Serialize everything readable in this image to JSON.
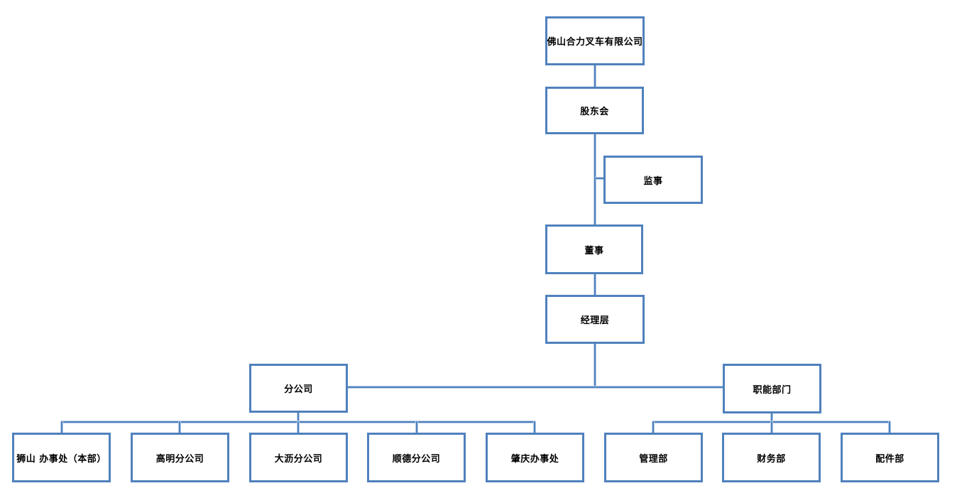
{
  "org_chart": {
    "nodes": {
      "company": {
        "label": "佛山合力叉车有限公司"
      },
      "shareholders": {
        "label": "股东会"
      },
      "supervisor": {
        "label": "监事"
      },
      "director": {
        "label": "董事"
      },
      "management": {
        "label": "经理层"
      },
      "branch_group": {
        "label": "分公司"
      },
      "functional_group": {
        "label": "职能部门"
      },
      "shishan_office": {
        "label": "狮山 办事处（本部）"
      },
      "gaoming_branch": {
        "label": "高明分公司"
      },
      "dali_branch": {
        "label": "大沥分公司"
      },
      "shunde_branch": {
        "label": "顺德分公司"
      },
      "zhaoqing_office": {
        "label": "肇庆办事处"
      },
      "management_dept": {
        "label": "管理部"
      },
      "finance_dept": {
        "label": "财务部"
      },
      "parts_dept": {
        "label": "配件部"
      }
    },
    "edges": [
      [
        "company",
        "shareholders"
      ],
      [
        "shareholders",
        "supervisor"
      ],
      [
        "shareholders",
        "director"
      ],
      [
        "director",
        "management"
      ],
      [
        "management",
        "branch_group"
      ],
      [
        "management",
        "functional_group"
      ],
      [
        "branch_group",
        "shishan_office"
      ],
      [
        "branch_group",
        "gaoming_branch"
      ],
      [
        "branch_group",
        "dali_branch"
      ],
      [
        "branch_group",
        "shunde_branch"
      ],
      [
        "branch_group",
        "zhaoqing_office"
      ],
      [
        "functional_group",
        "management_dept"
      ],
      [
        "functional_group",
        "finance_dept"
      ],
      [
        "functional_group",
        "parts_dept"
      ]
    ],
    "colors": {
      "box_border": "#4f81bd",
      "connector": "#4f81bd",
      "connector_halo": "#b9cde8",
      "text": "#000000",
      "background": "#ffffff"
    }
  }
}
